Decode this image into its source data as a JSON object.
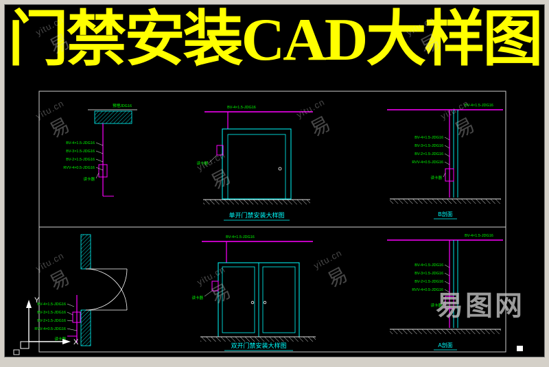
{
  "window": {
    "canvas_bg": "#000000",
    "frame_bg": "#d4d0c8"
  },
  "title": {
    "text": "门禁安装CAD大样图",
    "color": "#ffff00"
  },
  "watermark": {
    "site": "yitu.cn",
    "char": "易",
    "brand": "易图网"
  },
  "ucs": {
    "x_label": "X",
    "y_label": "Y"
  },
  "colors": {
    "cyan": "#00ffff",
    "magenta": "#ff00ff",
    "green": "#00ff00",
    "yellow": "#ffff00"
  },
  "panels": {
    "top_left": {
      "top_label": "预埋JDG16",
      "wire_labels": [
        "BV-4×1.5-JDG16",
        "BV-3×1.5-JDG16",
        "BV-2×1.5-JDG16",
        "RVV-4×0.5-JDG16"
      ],
      "device_label": "读卡器"
    },
    "top_middle": {
      "ceiling_label": "BV-4×1.5-JDG16",
      "device_label": "读卡器",
      "caption": "单开门禁安装大样图"
    },
    "top_right": {
      "ceiling_label": "BV-4×1.5-JDG16",
      "wire_labels": [
        "BV-4×1.5-JDG16",
        "BV-3×1.5-JDG16",
        "BV-2×1.5-JDG16",
        "RVV-4×0.5-JDG16"
      ],
      "device_label": "读卡器",
      "caption": "B剖面"
    },
    "bottom_left": {
      "wire_labels": [
        "BV-4×1.5-JDG16",
        "BV-3×1.5-JDG16",
        "BV-2×1.5-JDG16",
        "RVV-4×0.5-JDG16"
      ],
      "device_label": "读卡器"
    },
    "bottom_middle": {
      "ceiling_label": "BV-4×1.5-JDG16",
      "device_label": "读卡器",
      "caption": "双开门禁安装大样图"
    },
    "bottom_right": {
      "ceiling_label": "BV-4×1.5-JDG16",
      "wire_labels": [
        "BV-4×1.5-JDG16",
        "BV-3×1.5-JDG16",
        "BV-2×1.5-JDG16",
        "RVV-4×0.5-JDG16"
      ],
      "device_label": "读卡器",
      "caption": "A剖面"
    }
  }
}
